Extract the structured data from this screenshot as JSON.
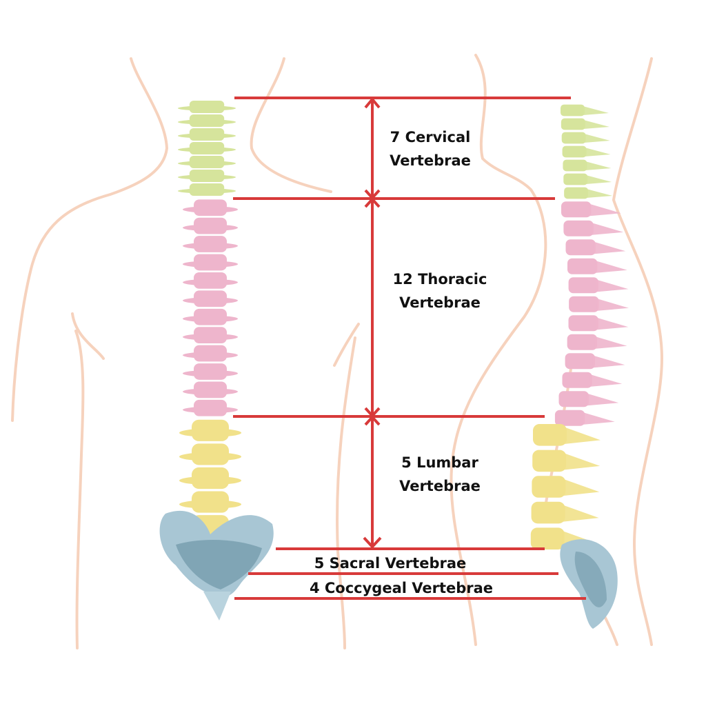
{
  "labels": {
    "cervical_1": "7 Cervical",
    "cervical_2": "Vertebrae",
    "thoracic_1": "12 Thoracic",
    "thoracic_2": "Vertebrae",
    "lumbar_1": "5 Lumbar",
    "lumbar_2": "Vertebrae",
    "sacral": "5 Sacral Vertebrae",
    "coccygeal": "4 Coccygeal Vertebrae"
  },
  "regions": [
    {
      "name": "cervical",
      "count": 7,
      "color": "#d6e49c"
    },
    {
      "name": "thoracic",
      "count": 12,
      "color": "#eeb5cc"
    },
    {
      "name": "lumbar",
      "count": 5,
      "color": "#f1e18a"
    },
    {
      "name": "sacral",
      "count": 5,
      "color": "#a8c6d4"
    },
    {
      "name": "coccygeal",
      "count": 4,
      "color": "#b9d3de"
    }
  ],
  "colors": {
    "line": "#d83a3a",
    "outline": "#f6d2bd",
    "sacrum_dark": "#6f97a8"
  }
}
